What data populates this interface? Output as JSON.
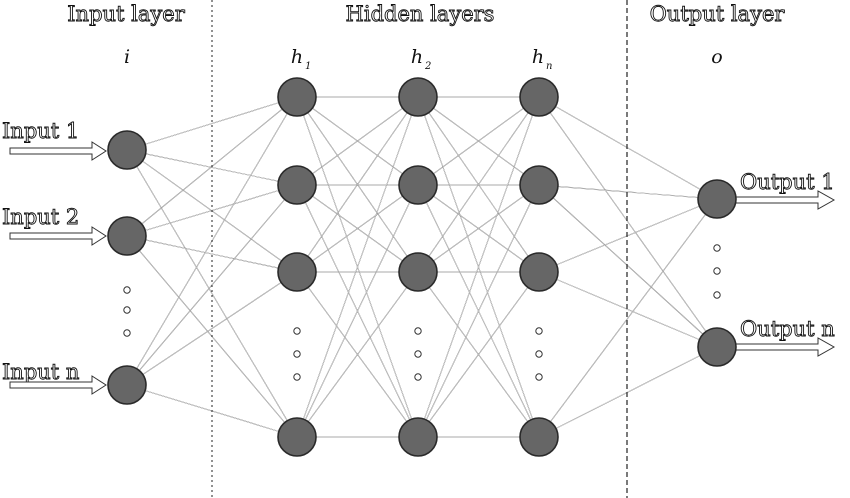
{
  "headers": {
    "input": "Input layer",
    "hidden": "Hidden layers",
    "output": "Output layer"
  },
  "symbols": {
    "input": "i",
    "h1_base": "h",
    "h1_sub": "1",
    "h2_base": "h",
    "h2_sub": "2",
    "hn_base": "h",
    "hn_sub": "n",
    "output": "o"
  },
  "inputs": [
    "Input 1",
    "Input 2",
    "Input n"
  ],
  "outputs": [
    "Output 1",
    "Output n"
  ],
  "layers": {
    "input_nodes": 3,
    "hidden_layers": 3,
    "hidden_nodes_per_layer": 4,
    "output_nodes": 2
  },
  "colors": {
    "node_fill": "#666666",
    "edge": "#555555",
    "background": "#ffffff"
  }
}
